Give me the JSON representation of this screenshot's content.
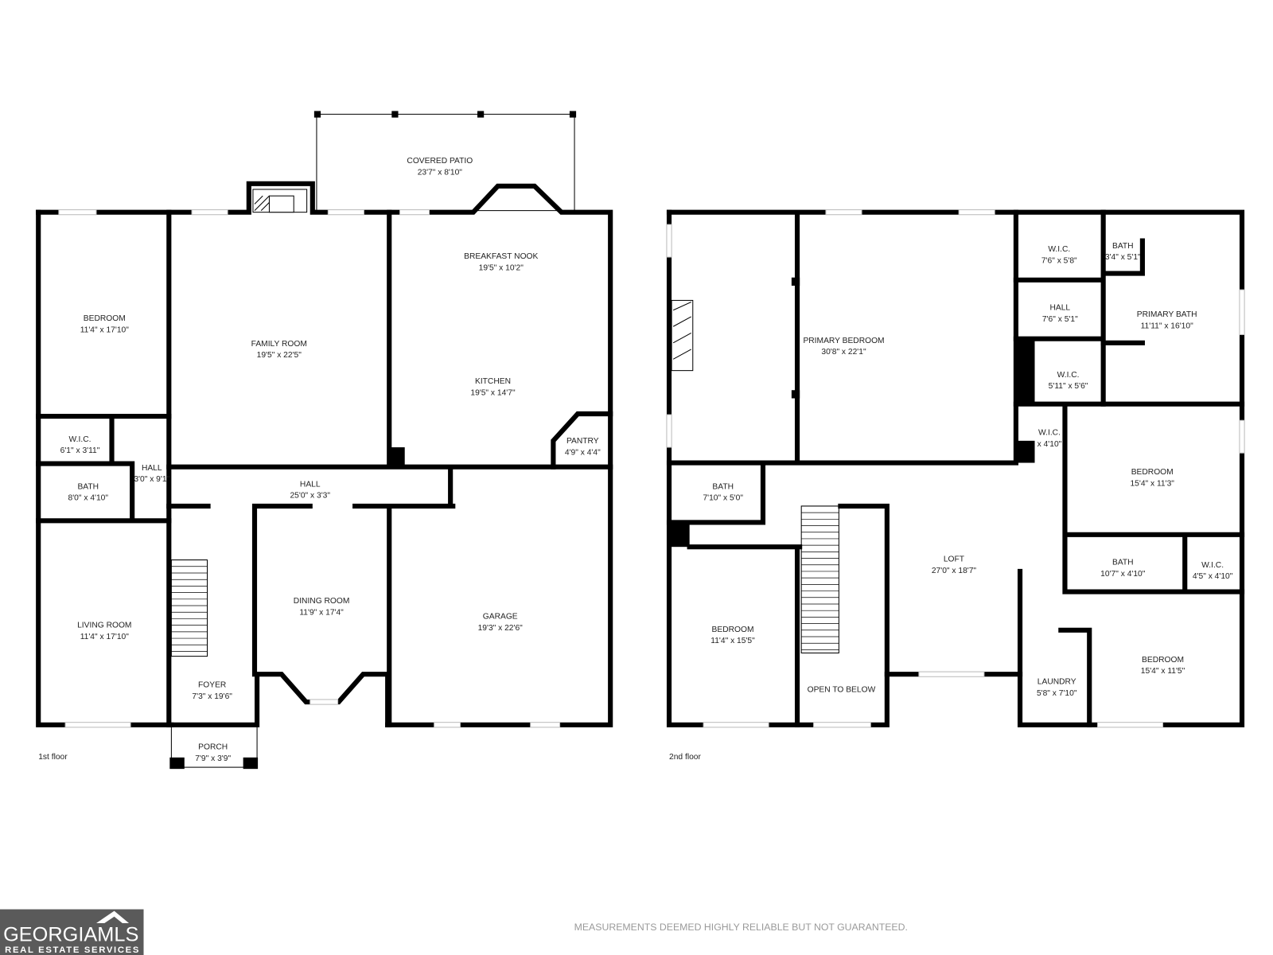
{
  "floors": [
    {
      "label": "1st floor",
      "rooms": [
        {
          "name": "COVERED PATIO",
          "dims": "23'7\" x 8'10\""
        },
        {
          "name": "BREAKFAST NOOK",
          "dims": "19'5\" x 10'2\""
        },
        {
          "name": "BEDROOM",
          "dims": "11'4\" x 17'10\""
        },
        {
          "name": "FAMILY ROOM",
          "dims": "19'5\" x 22'5\""
        },
        {
          "name": "KITCHEN",
          "dims": "19'5\" x 14'7\""
        },
        {
          "name": "W.I.C.",
          "dims": "6'1\" x 3'11\""
        },
        {
          "name": "HALL",
          "dims": "3'0\" x 9'1\""
        },
        {
          "name": "PANTRY",
          "dims": "4'9\" x 4'4\""
        },
        {
          "name": "BATH",
          "dims": "8'0\" x 4'10\""
        },
        {
          "name": "HALL",
          "dims": "25'0\" x 3'3\""
        },
        {
          "name": "DINING ROOM",
          "dims": "11'9\" x 17'4\""
        },
        {
          "name": "GARAGE",
          "dims": "19'3\" x 22'6\""
        },
        {
          "name": "LIVING ROOM",
          "dims": "11'4\" x 17'10\""
        },
        {
          "name": "FOYER",
          "dims": "7'3\" x 19'6\""
        },
        {
          "name": "PORCH",
          "dims": "7'9\" x 3'9\""
        }
      ]
    },
    {
      "label": "2nd floor",
      "rooms": [
        {
          "name": "PRIMARY BEDROOM",
          "dims": "30'8\" x 22'1\""
        },
        {
          "name": "W.I.C.",
          "dims": "7'6\" x 5'8\""
        },
        {
          "name": "BATH",
          "dims": "3'4\" x 5'1\""
        },
        {
          "name": "HALL",
          "dims": "7'6\" x 5'1\""
        },
        {
          "name": "PRIMARY BATH",
          "dims": "11'11\" x 16'10\""
        },
        {
          "name": "W.I.C.",
          "dims": "5'11\" x 5'6\""
        },
        {
          "name": "W.I.C.",
          "dims": "x 4'10\""
        },
        {
          "name": "BEDROOM",
          "dims": "15'4\" x 11'3\""
        },
        {
          "name": "BATH",
          "dims": "7'10\" x 5'0\""
        },
        {
          "name": "LOFT",
          "dims": "27'0\" x 18'7\""
        },
        {
          "name": "BATH",
          "dims": "10'7\" x 4'10\""
        },
        {
          "name": "W.I.C.",
          "dims": "4'5\" x 4'10\""
        },
        {
          "name": "BEDROOM",
          "dims": "11'4\" x 15'5\""
        },
        {
          "name": "BEDROOM",
          "dims": "15'4\" x 11'5\""
        },
        {
          "name": "LAUNDRY",
          "dims": "5'8\" x 7'10\""
        },
        {
          "name": "OPEN TO BELOW",
          "dims": ""
        }
      ]
    }
  ],
  "footer": {
    "disclaimer": "MEASUREMENTS DEEMED HIGHLY RELIABLE BUT NOT GUARANTEED.",
    "logo_text": "GEORGIAMLS",
    "logo_sub": "REAL ESTATE SERVICES"
  },
  "colors": {
    "wall": "#000000",
    "logo_bg": "#5a5a5a",
    "disclaimer": "#9a9a9a"
  }
}
